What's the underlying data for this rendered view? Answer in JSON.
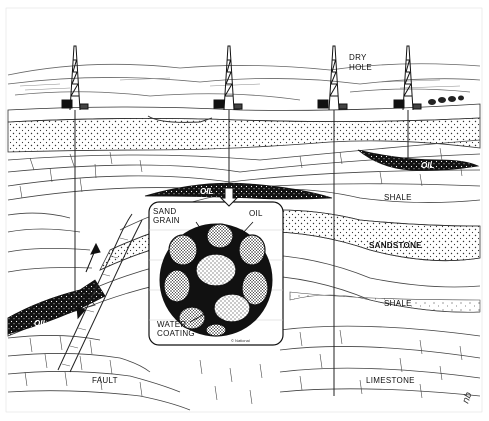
{
  "labels": {
    "dry_hole_line1": "DRY",
    "dry_hole_line2": "HOLE",
    "oil_top_right": "OIL",
    "oil_dome": "OIL",
    "oil_left_fault": "OIL",
    "sand_grain_line1": "SAND",
    "sand_grain_line2": "GRAIN",
    "oil_inset": "OIL",
    "water_coating_line1": "WATER",
    "water_coating_line2": "COATING",
    "shale_upper": "SHALE",
    "sandstone": "SANDSTONE",
    "shale_lower": "SHALE",
    "limestone": "LIMESTONE",
    "fault": "FAULT",
    "credit": "© National",
    "signature": "nb"
  }
}
